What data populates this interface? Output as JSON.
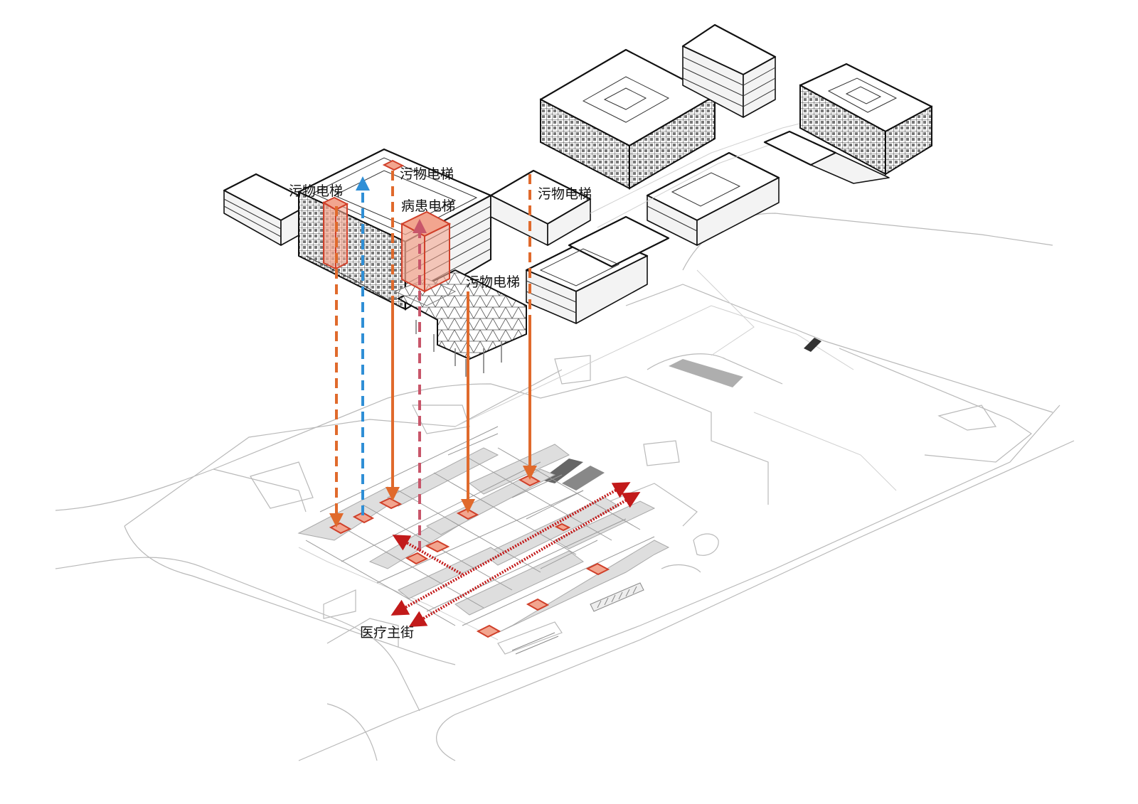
{
  "labels": {
    "dirty_elevator_left": "污物电梯",
    "dirty_elevator_top": "污物电梯",
    "dirty_elevator_right": "污物电梯",
    "dirty_elevator_middle": "污物电梯",
    "patient_elevator": "病患电梯",
    "medical_street": "医疗主街"
  },
  "colors": {
    "dirty_flow": "#e06a2c",
    "patient_flow": "#c8566a",
    "clean_flow": "#2f8fd6",
    "street_arrow": "#c21a1a",
    "elevator_fill": "#f2a58f",
    "elevator_stroke": "#d0402a",
    "building_stroke": "#111111",
    "site_stroke": "#b9b9b9"
  }
}
